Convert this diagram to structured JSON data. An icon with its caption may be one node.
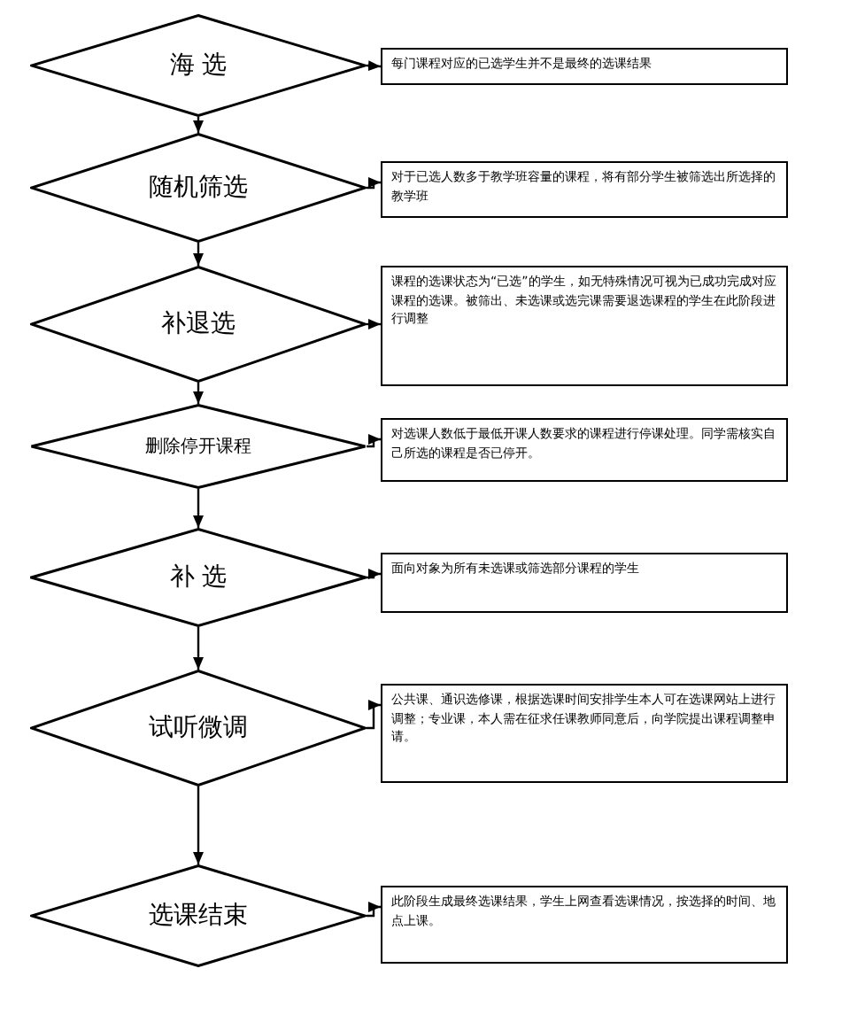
{
  "diagram": {
    "nodes": [
      {
        "text": [
          "海 选"
        ]
      },
      {
        "text": [
          "每门课程对应的已选学生并不是最终的选课结果"
        ]
      },
      {
        "text": [
          "随机筛选"
        ]
      },
      {
        "text": [
          "对于已选人数多于教学班容量的课程，将有部分学生被筛选出所选择的教学班"
        ]
      },
      {
        "text": [
          "补退选"
        ]
      },
      {
        "text": [
          "课程的选课状态为“已选”的学生，如无特殊情况可视为已成功完成对应课程的选课。被筛出、未选课或选完课需要退选课程的学生在此阶段进行调整"
        ]
      },
      {
        "text": [
          "删除停开课程"
        ]
      },
      {
        "text": [
          "对选课人数低于最低开课人数要求的课程进行停课处理。同学需核实自己所选的课程是否已停开。"
        ]
      },
      {
        "text": [
          "补 选"
        ]
      },
      {
        "text": [
          "面向对象为所有未选课或筛选部分课程的学生"
        ]
      },
      {
        "text": [
          "试听微调"
        ]
      },
      {
        "text": [
          "公共课、通识选修课，根据选课时间安排学生本人可在选课网站上进行调整；专业课，本人需在征求任课教师同意后，向学院提出课程调整申请。"
        ]
      },
      {
        "text": [
          "选课结束"
        ]
      },
      {
        "text": [
          "此阶段生成最终选课结果，学生上网查看选课情况，按选择的时间、地点上课。"
        ]
      }
    ],
    "edges": [
      {
        "from": 0,
        "to": 1,
        "arrow": "to"
      },
      {
        "from": 0,
        "to": 2,
        "arrow": "to"
      },
      {
        "from": 2,
        "to": 3,
        "arrow": "to"
      },
      {
        "from": 2,
        "to": 4,
        "arrow": "to"
      },
      {
        "from": 4,
        "to": 5,
        "arrow": "to"
      },
      {
        "from": 4,
        "to": 6,
        "arrow": "to"
      },
      {
        "from": 6,
        "to": 7,
        "arrow": "to"
      },
      {
        "from": 6,
        "to": 8,
        "arrow": "to"
      },
      {
        "from": 8,
        "to": 9,
        "arrow": "to"
      },
      {
        "from": 8,
        "to": 10,
        "arrow": "to"
      },
      {
        "from": 10,
        "to": 11,
        "arrow": "to"
      },
      {
        "from": 10,
        "to": 12,
        "arrow": "to"
      },
      {
        "from": 12,
        "to": 13,
        "arrow": "to"
      }
    ]
  }
}
